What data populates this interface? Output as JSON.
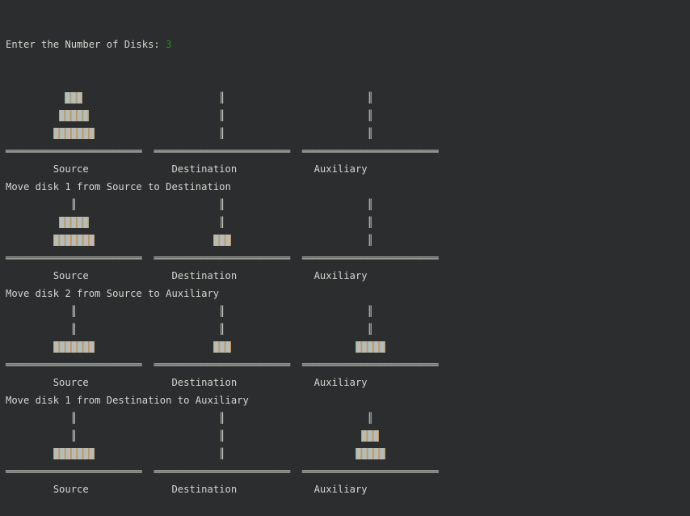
{
  "terminal": {
    "prompt": {
      "text": "Enter the Number of Disks: ",
      "value": "3"
    },
    "rod_labels": [
      "Source",
      "Destination",
      "Auxiliary"
    ],
    "moves": [
      "Move disk 1 from Source to Destination",
      "Move disk 2 from Source to Auxiliary",
      "Move disk 1 from Destination to Auxiliary"
    ],
    "states": [
      {
        "rods": [
          [
            3,
            2,
            1
          ],
          [],
          []
        ]
      },
      {
        "rods": [
          [
            3,
            2
          ],
          [
            1
          ],
          []
        ]
      },
      {
        "rods": [
          [
            3
          ],
          [
            1
          ],
          [
            2
          ]
        ]
      },
      {
        "rods": [
          [
            3
          ],
          [],
          [
            2,
            1
          ]
        ]
      }
    ],
    "colors": {
      "background": "#2b2d2e",
      "foreground": "#d3d7cf",
      "input_green": "#268b26",
      "disk_fill": "#b9bbb4",
      "disk_seam_left": "#79b3ad",
      "disk_seam_right": "#c4945f"
    }
  }
}
